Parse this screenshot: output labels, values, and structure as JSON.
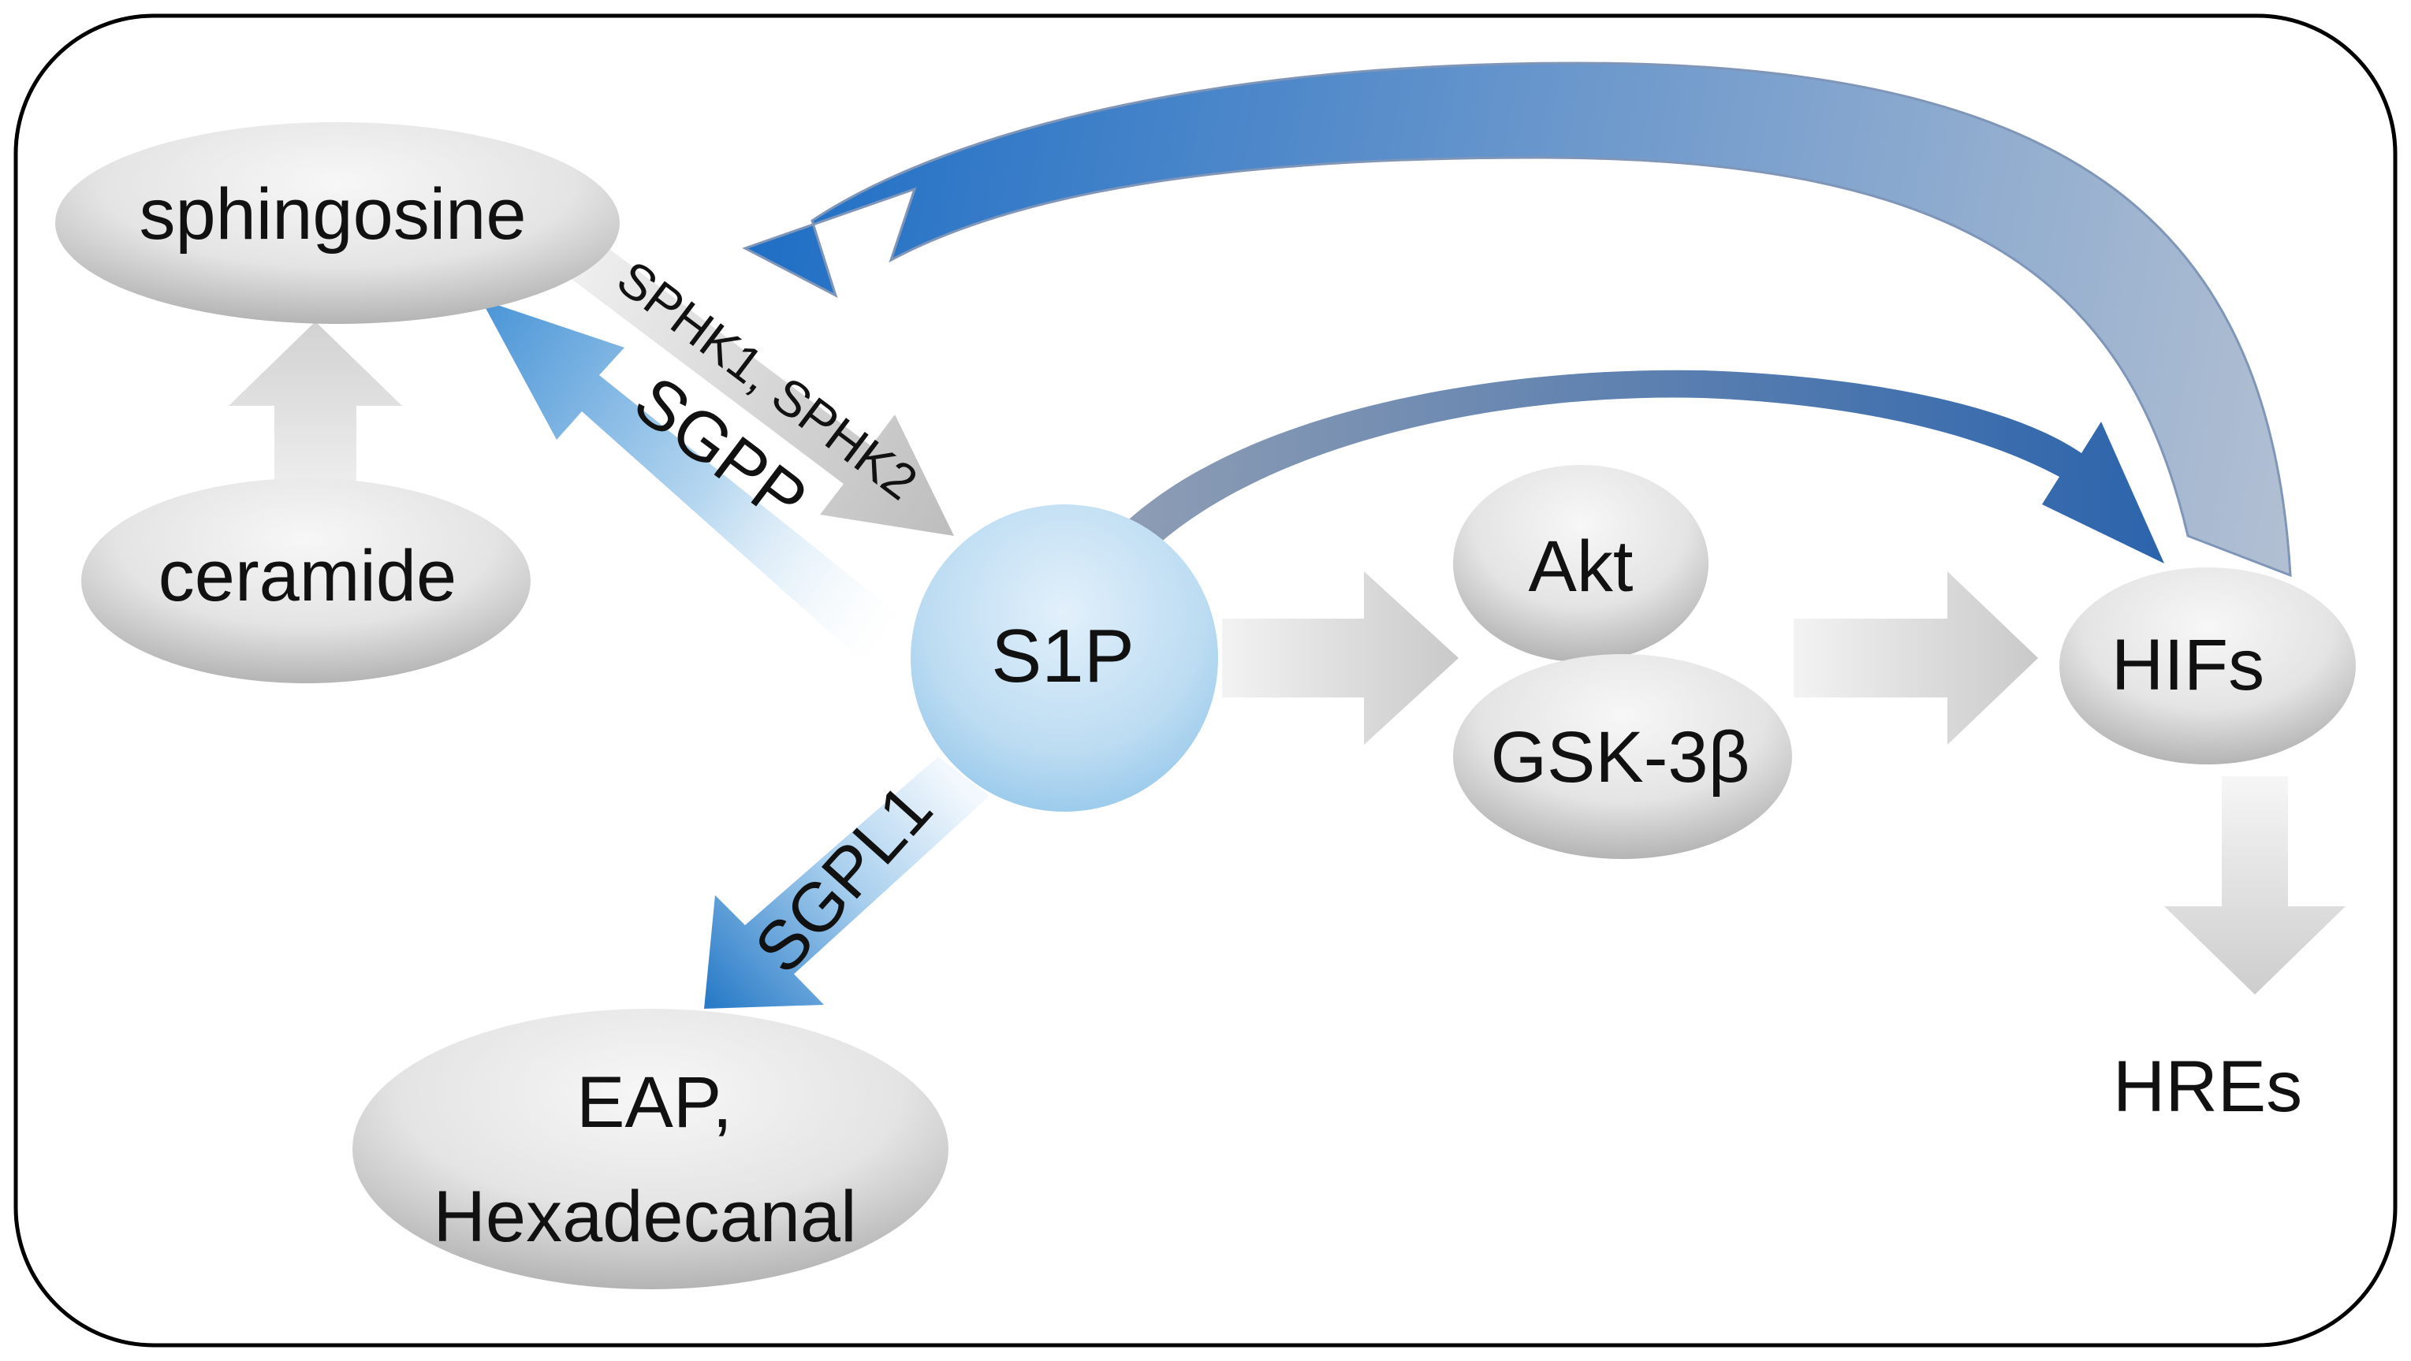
{
  "nodes": {
    "sphingosine": "sphingosine",
    "ceramide": "ceramide",
    "s1p": "S1P",
    "akt": "Akt",
    "gsk3b": "GSK-3β",
    "hifs": "HIFs",
    "hres": "HREs",
    "eap_line1": "EAP,",
    "eap_line2": "Hexadecanal"
  },
  "enzymes": {
    "sphk": "SPHK1, SPHK2",
    "sgpp": "SGPP",
    "sgpl1": "SGPL1"
  },
  "colors": {
    "frame": "#000000",
    "node_fill": "#e4e4e4",
    "node_shade": "#b4b4b4",
    "s1p_fill": "#bcdcf2",
    "blue_arrow": "#2a78c8",
    "grey_arrow": "#c8c8c8",
    "slate_arrow": "#8a9cb6"
  }
}
